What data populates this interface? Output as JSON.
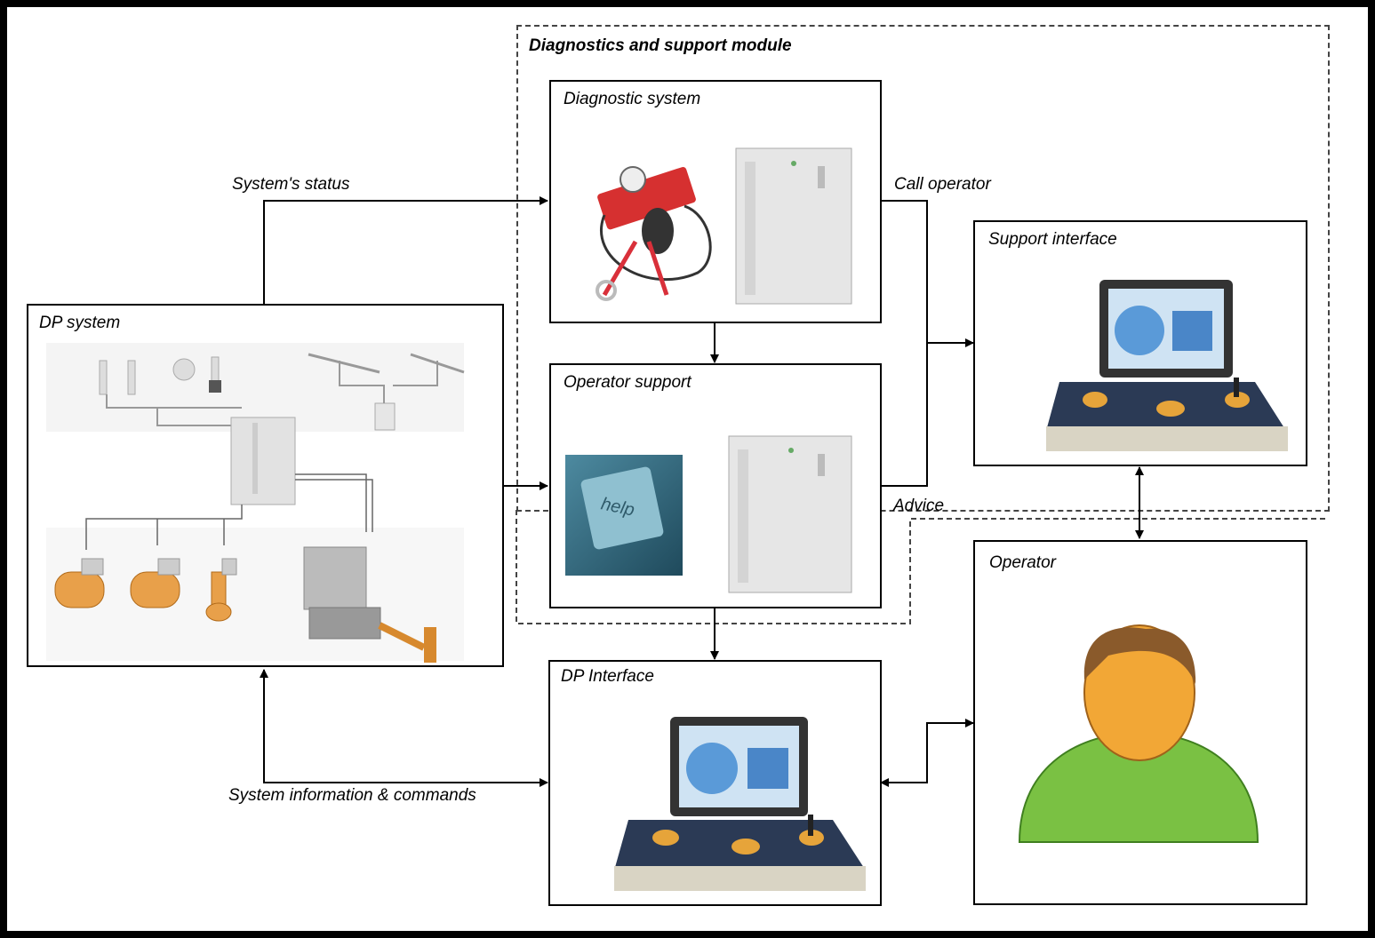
{
  "diagram": {
    "module_title": "Diagnostics and support module",
    "nodes": {
      "dp_system": {
        "title": "DP system"
      },
      "diagnostic_system": {
        "title": "Diagnostic system"
      },
      "operator_support": {
        "title": "Operator support",
        "help_key_text": "help"
      },
      "support_interface": {
        "title": "Support interface"
      },
      "operator": {
        "title": "Operator"
      },
      "dp_interface": {
        "title": "DP Interface"
      }
    },
    "edges": {
      "status": "System's status",
      "call_operator": "Call operator",
      "advice": "Advice",
      "info_commands": "System information & commands"
    }
  }
}
